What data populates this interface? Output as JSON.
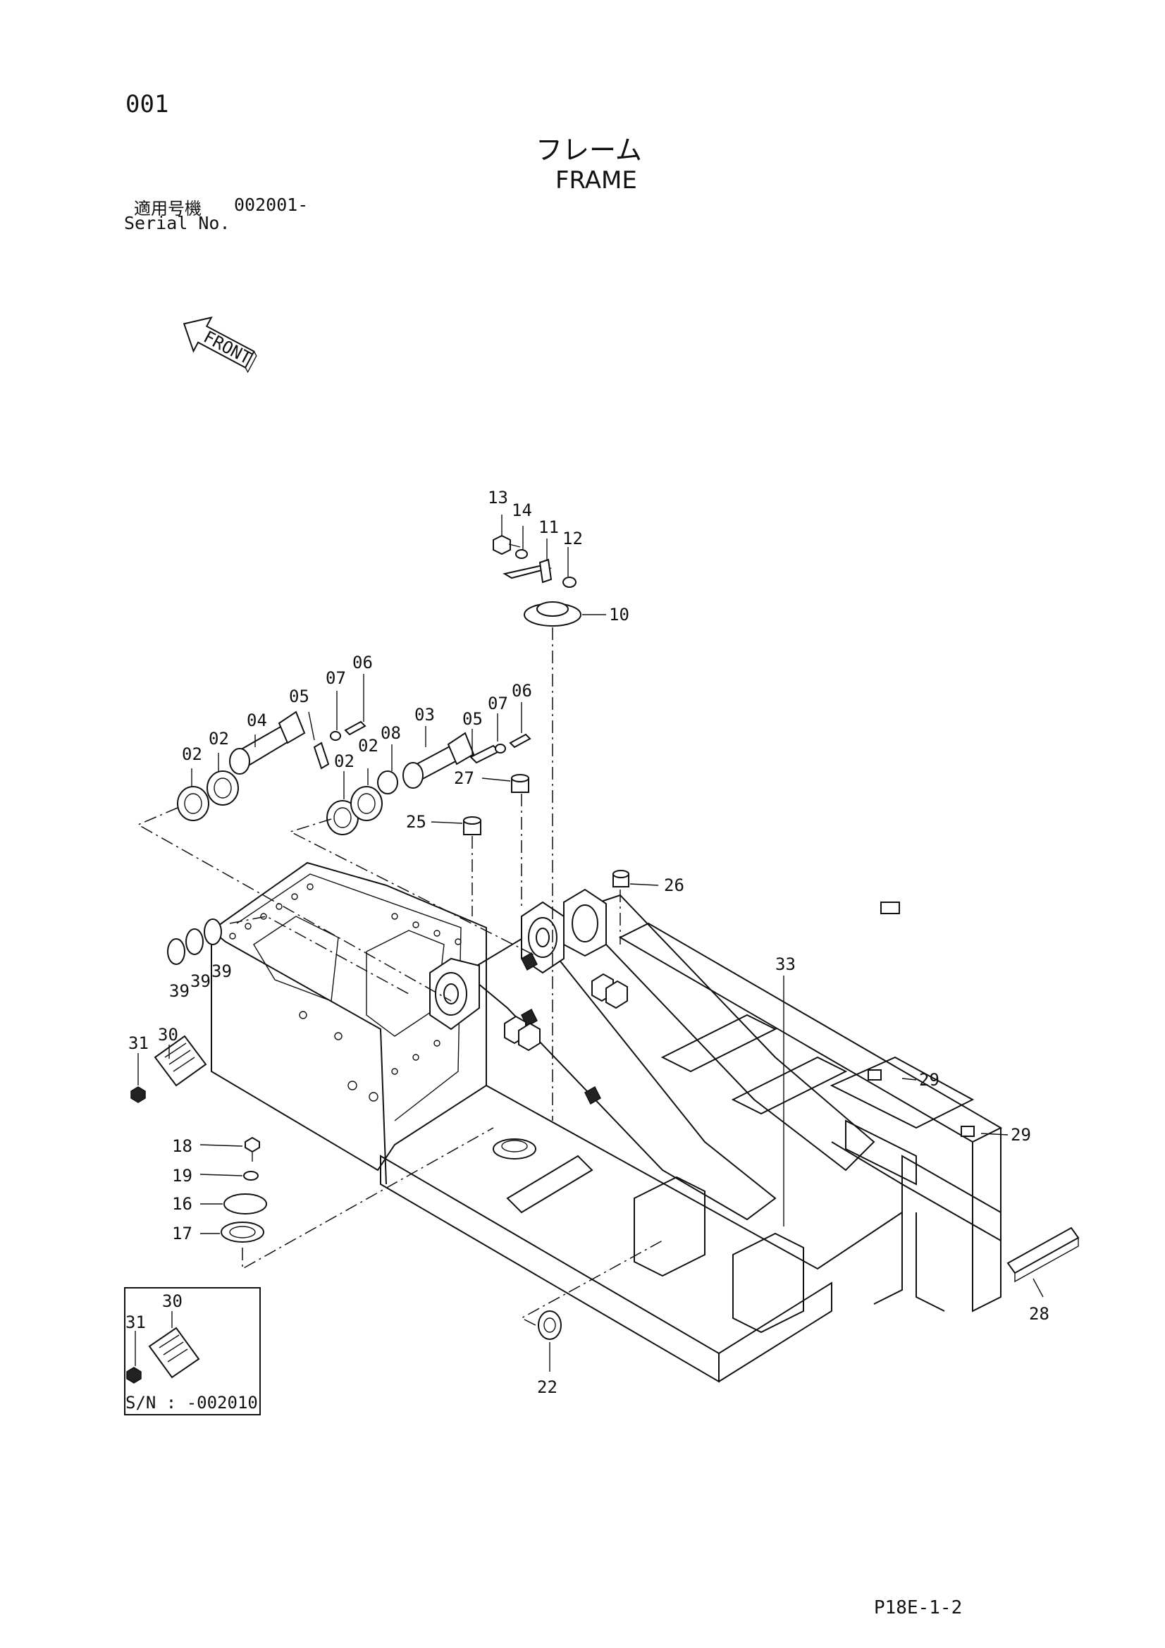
{
  "header": {
    "page_number": "001",
    "title_jp": "フレーム",
    "title_en": "FRAME",
    "serial_label_jp": "適用号機",
    "serial_value": "002001-",
    "serial_label_en": "Serial No."
  },
  "front_indicator": {
    "label": "FRONT",
    "icon": "front-arrow-icon"
  },
  "callouts": [
    "13",
    "14",
    "11",
    "12",
    "10",
    "06",
    "07",
    "05",
    "04",
    "02",
    "02",
    "03",
    "05",
    "07",
    "06",
    "02",
    "02",
    "08",
    "27",
    "25",
    "26",
    "39",
    "39",
    "39",
    "33",
    "30",
    "31",
    "29",
    "29",
    "18",
    "19",
    "16",
    "17",
    "28",
    "22"
  ],
  "inset": {
    "callouts": [
      "30",
      "31"
    ],
    "serial_note": "S/N : -002010"
  },
  "footer": {
    "doc_code": "P18E-1-2"
  }
}
